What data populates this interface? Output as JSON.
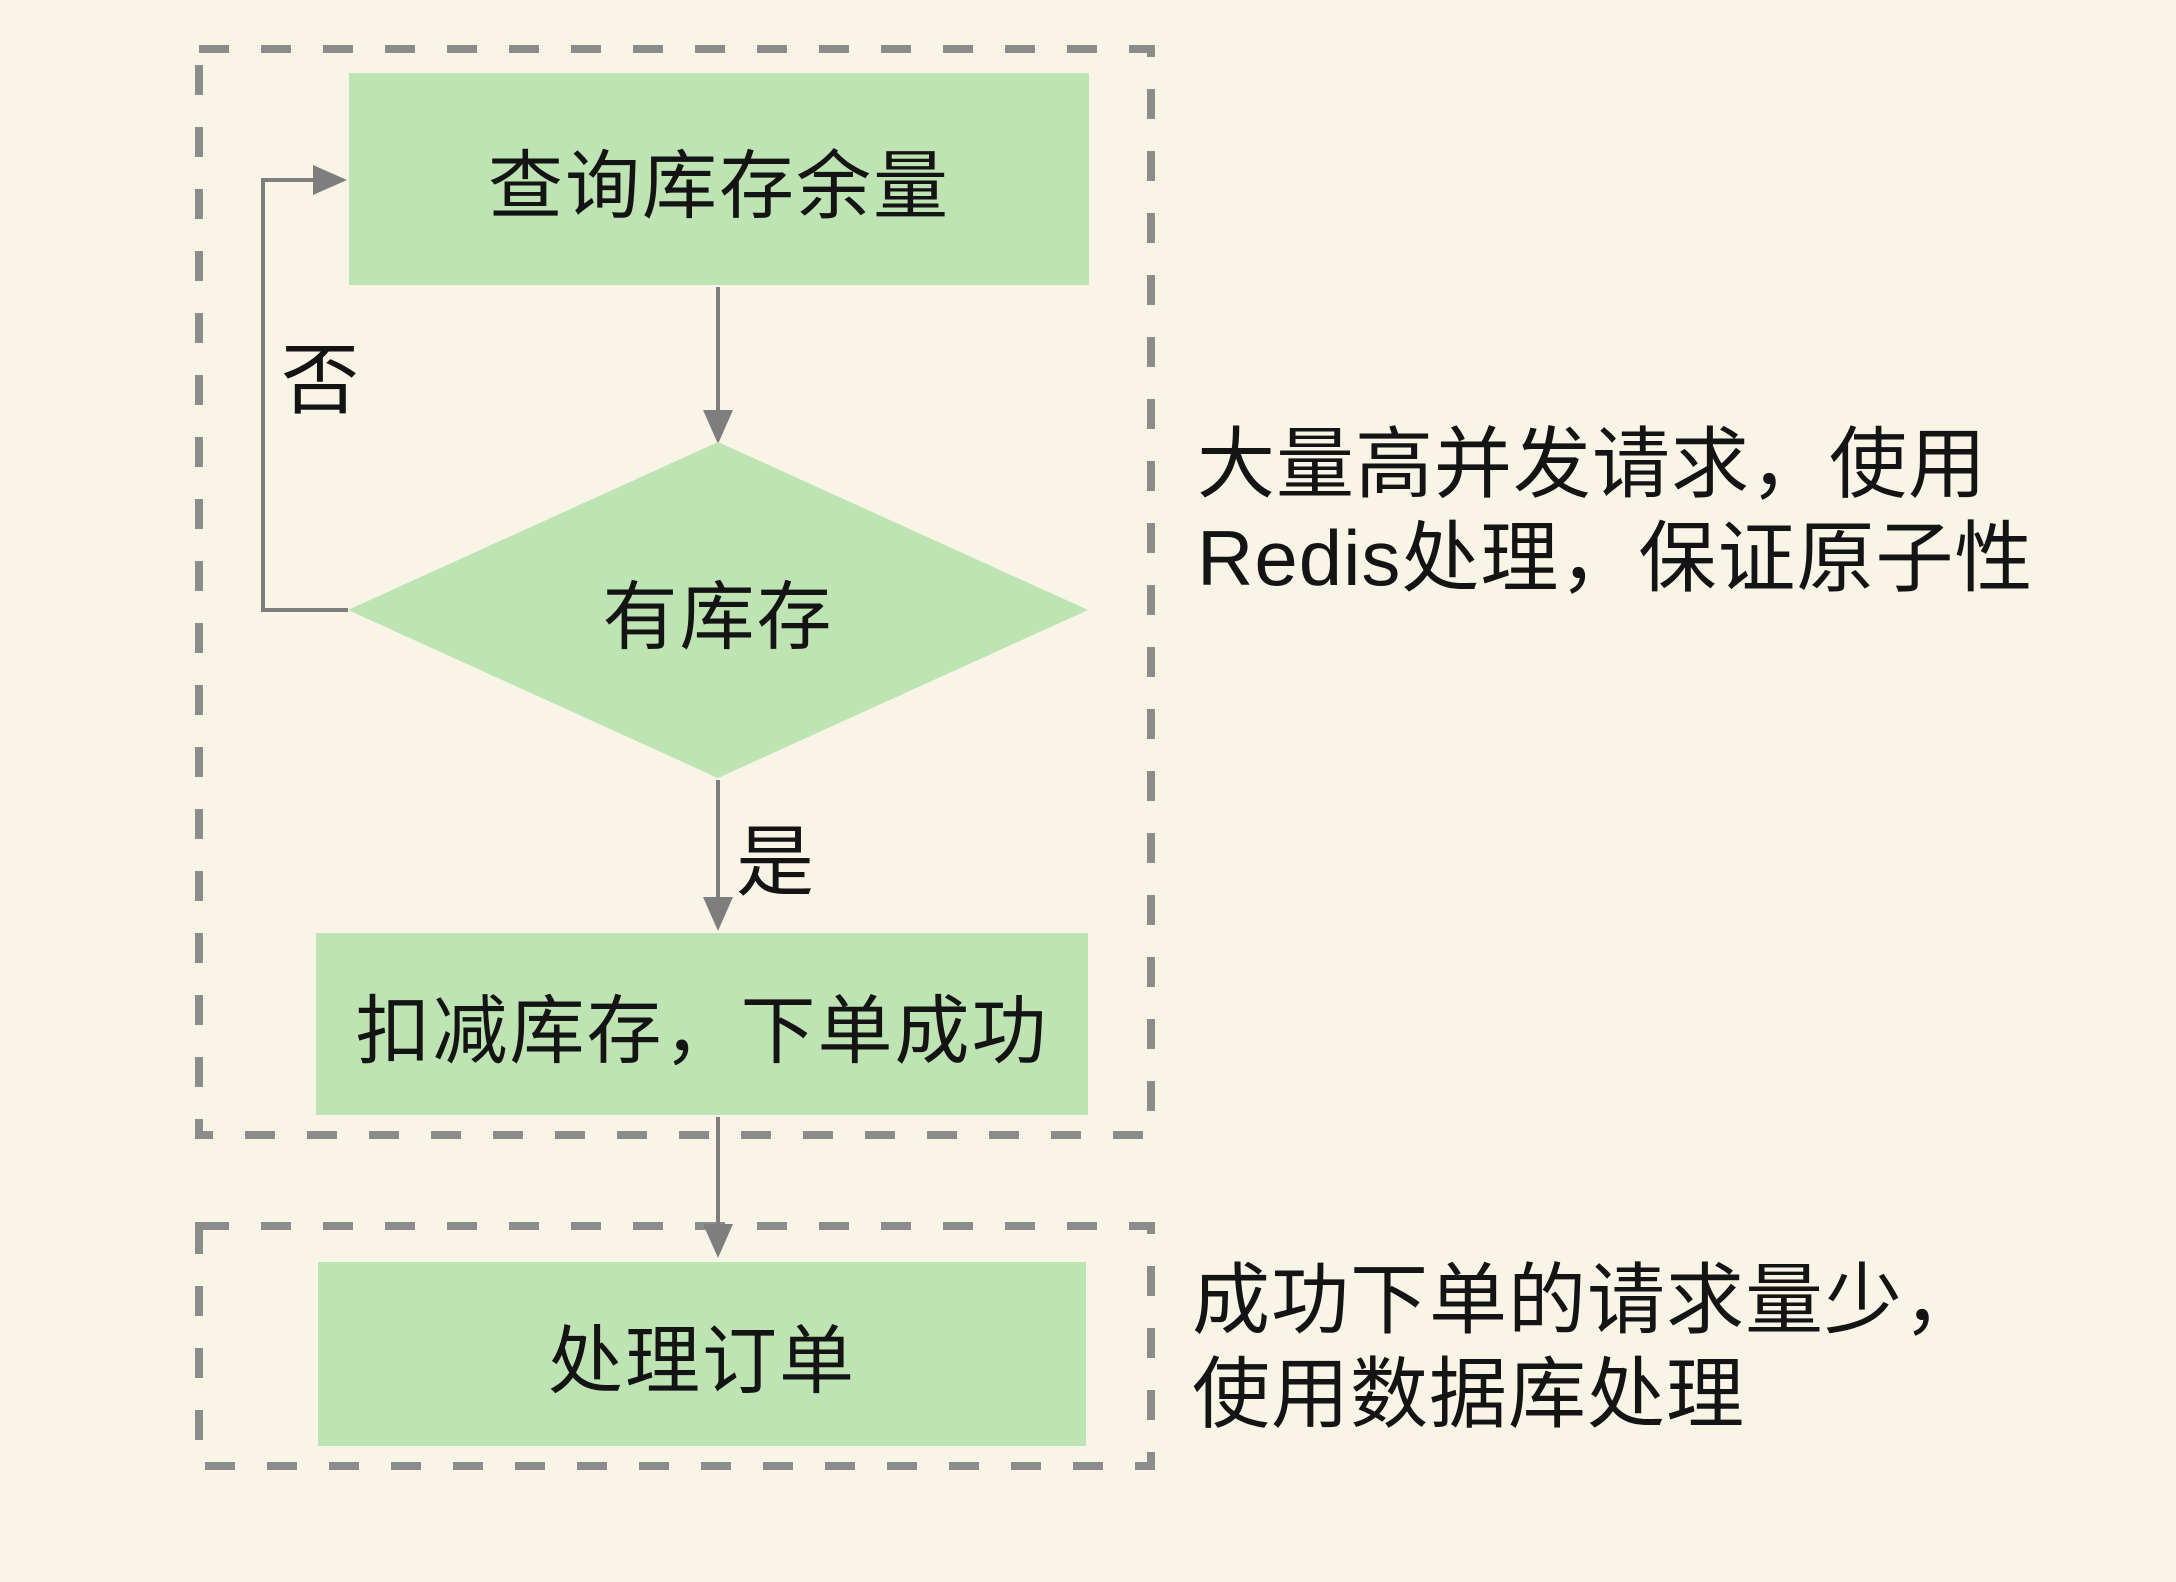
{
  "colors": {
    "background": "#f9f5e6",
    "node_fill": "#bde4b2",
    "dashed_border": "#8c8c8c",
    "connector": "#7e7e7e",
    "text": "#141414"
  },
  "flowchart": {
    "group_redis": {
      "node_query": "查询库存余量",
      "node_decision": "有库存",
      "node_deduct": "扣减库存，下单成功",
      "label_no": "否",
      "label_yes": "是"
    },
    "group_db": {
      "node_process": "处理订单"
    },
    "annotations": {
      "redis_line1": "大量高并发请求，使用",
      "redis_line2": "Redis处理，保证原子性",
      "db_line1": "成功下单的请求量少，",
      "db_line2": "使用数据库处理"
    }
  }
}
